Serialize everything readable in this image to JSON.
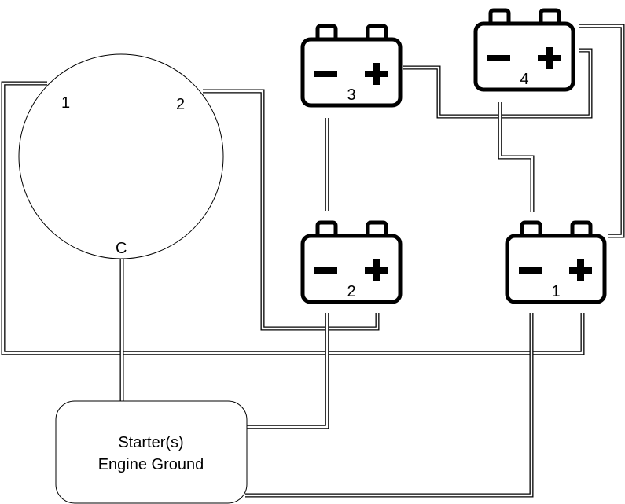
{
  "diagram": {
    "switch": {
      "terminal_labels": [
        "1",
        "2",
        "C"
      ]
    },
    "batteries": [
      {
        "id": "1",
        "label": "1",
        "negative_symbol": "−",
        "positive_symbol": "+"
      },
      {
        "id": "2",
        "label": "2",
        "negative_symbol": "−",
        "positive_symbol": "+"
      },
      {
        "id": "3",
        "label": "3",
        "negative_symbol": "−",
        "positive_symbol": "+"
      },
      {
        "id": "4",
        "label": "4",
        "negative_symbol": "−",
        "positive_symbol": "+"
      }
    ],
    "starter_box": {
      "line1": "Starter(s)",
      "line2": "Engine Ground"
    }
  }
}
